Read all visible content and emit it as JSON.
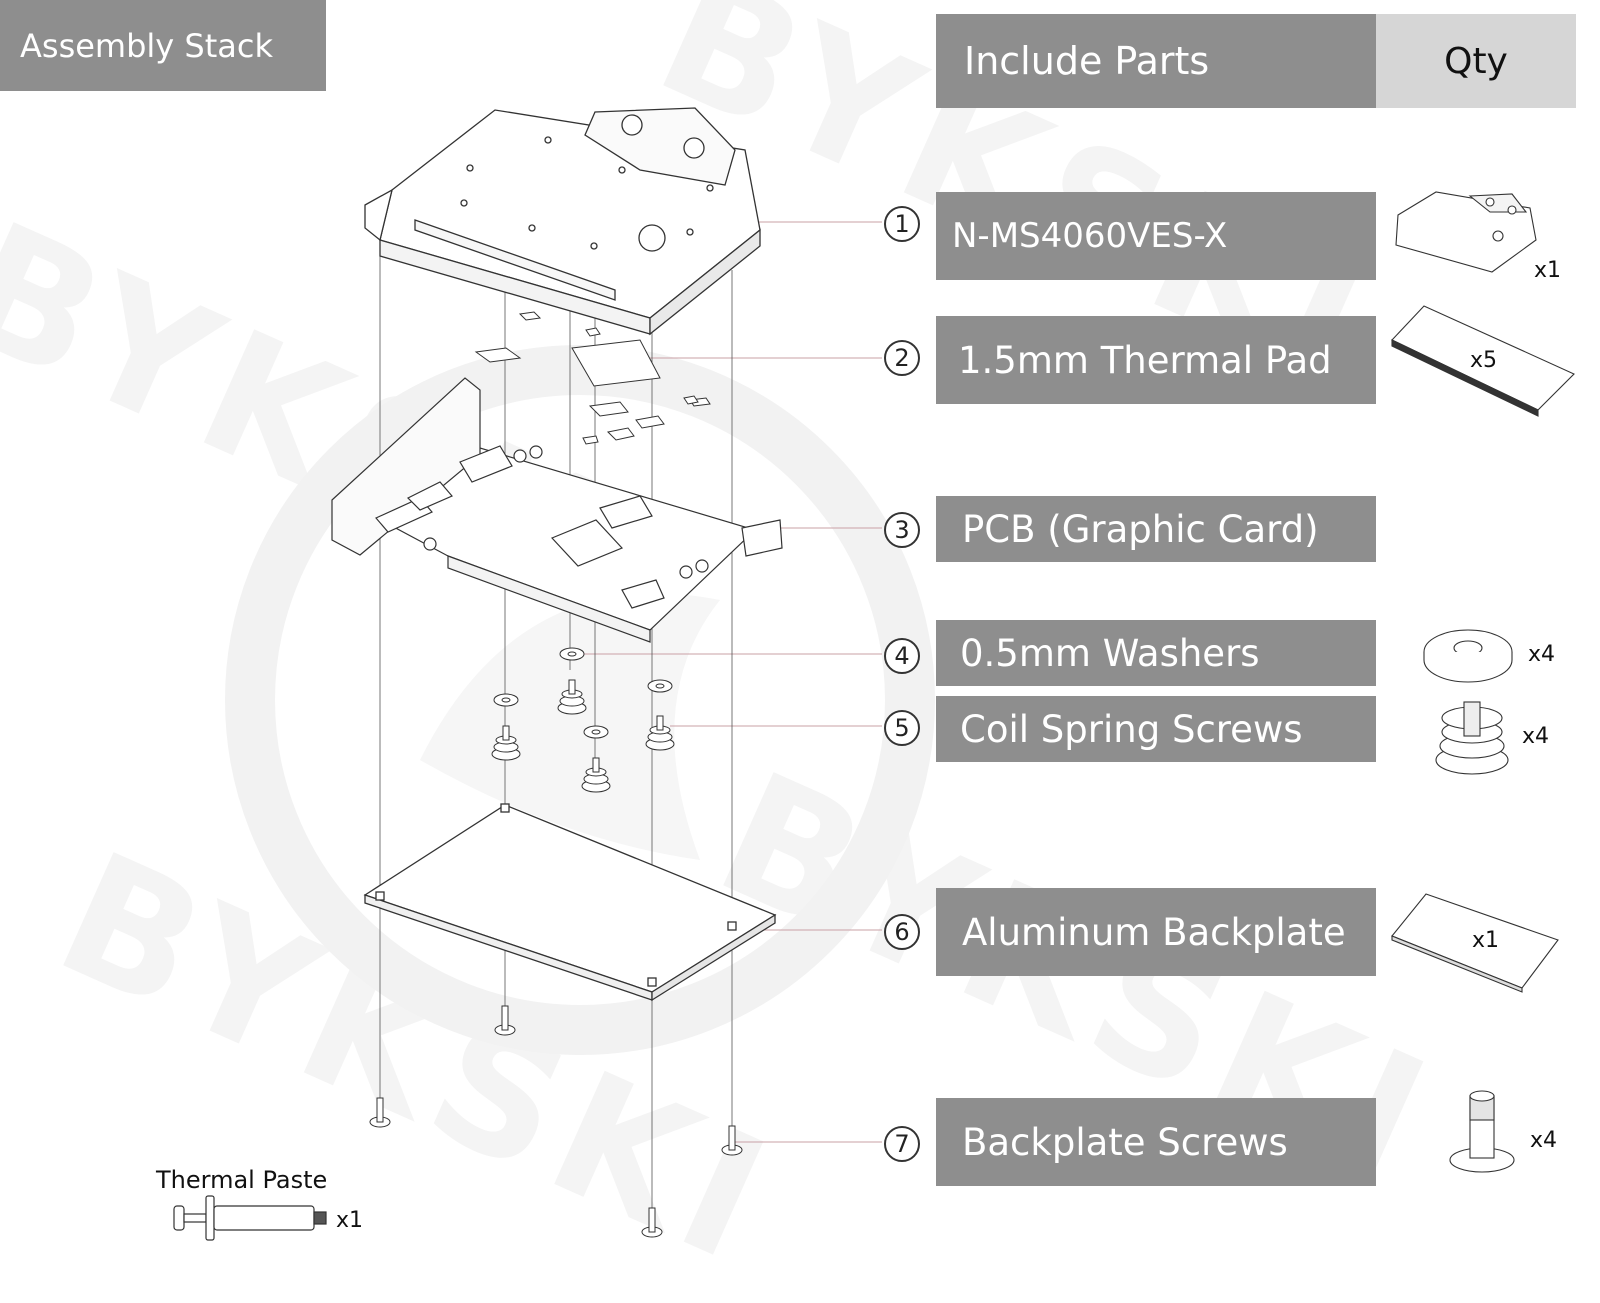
{
  "header": {
    "title": "Assembly Stack"
  },
  "parts_table": {
    "header_label": "Include Parts",
    "header_qty": "Qty"
  },
  "parts": [
    {
      "number": "1",
      "name": "N-MS4060VES-X",
      "qty": "x1"
    },
    {
      "number": "2",
      "name": "1.5mm Thermal Pad",
      "qty": "x5"
    },
    {
      "number": "3",
      "name": "PCB (Graphic Card)",
      "qty": ""
    },
    {
      "number": "4",
      "name": "0.5mm Washers",
      "qty": "x4"
    },
    {
      "number": "5",
      "name": "Coil Spring Screws",
      "qty": "x4"
    },
    {
      "number": "6",
      "name": "Aluminum Backplate",
      "qty": "x1"
    },
    {
      "number": "7",
      "name": "Backplate Screws",
      "qty": "x4"
    }
  ],
  "extras": {
    "thermal_paste_label": "Thermal Paste",
    "thermal_paste_qty": "x1"
  }
}
